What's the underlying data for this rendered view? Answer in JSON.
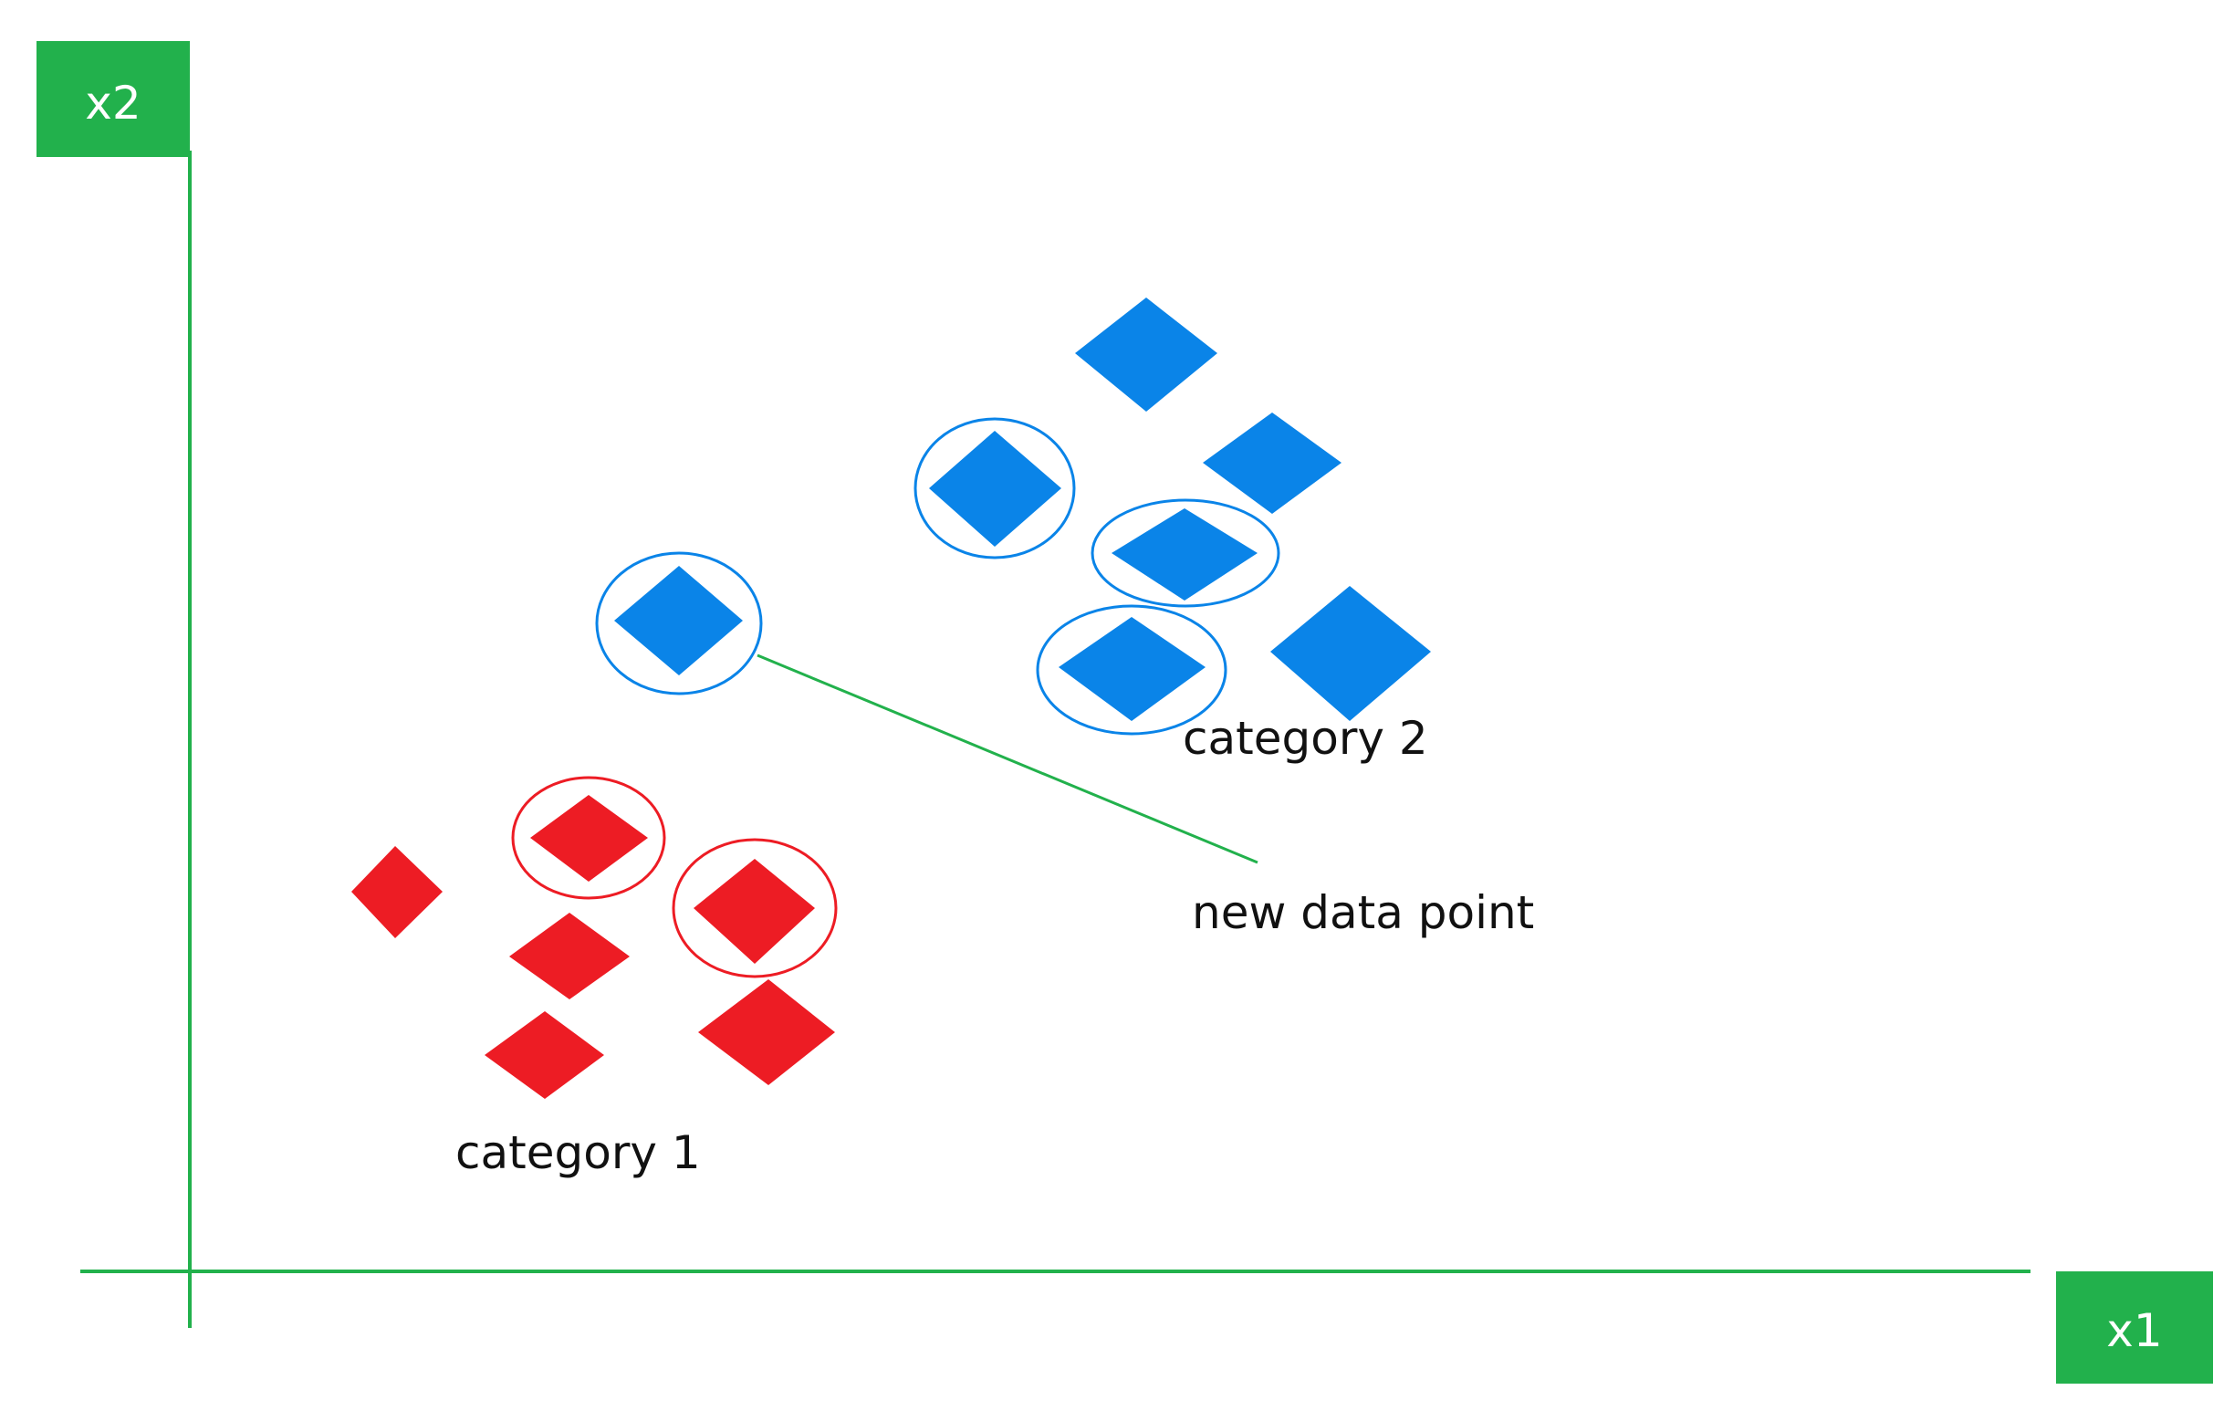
{
  "axes": {
    "x_label": "x1",
    "y_label": "x2",
    "color": "#22b14c"
  },
  "labels": {
    "category_1": "category 1",
    "category_2": "category 2",
    "new_point": "new data point"
  },
  "colors": {
    "category_1": "#ed1c24",
    "category_2": "#0a84e8",
    "connector": "#22b14c",
    "text": "#111111"
  },
  "groups": [
    {
      "name": "category_1",
      "points": [
        {
          "highlighted": false
        },
        {
          "highlighted": true
        },
        {
          "highlighted": true
        },
        {
          "highlighted": false
        },
        {
          "highlighted": false
        },
        {
          "highlighted": false
        }
      ]
    },
    {
      "name": "category_2",
      "points": [
        {
          "highlighted": false
        },
        {
          "highlighted": false
        },
        {
          "highlighted": true
        },
        {
          "highlighted": true
        },
        {
          "highlighted": true
        },
        {
          "highlighted": false
        }
      ]
    },
    {
      "name": "new_point",
      "points": [
        {
          "highlighted": true
        }
      ]
    }
  ]
}
